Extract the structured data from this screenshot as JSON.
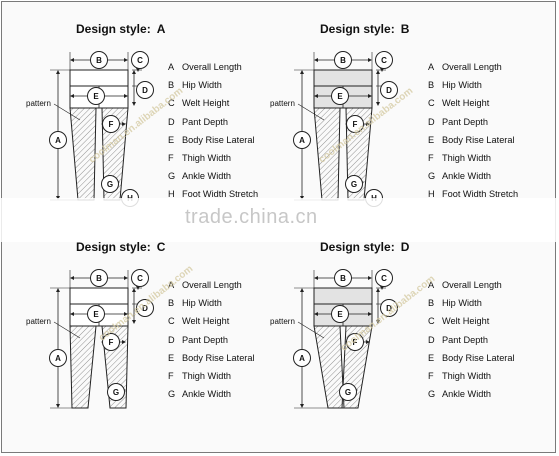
{
  "panels": [
    {
      "title_prefix": "Design style:",
      "letter": "A",
      "legend": [
        {
          "key": "A",
          "text": "Overall Length"
        },
        {
          "key": "B",
          "text": "Hip Width"
        },
        {
          "key": "C",
          "text": "Welt Height"
        },
        {
          "key": "D",
          "text": "Pant Depth"
        },
        {
          "key": "E",
          "text": "Body Rise Lateral"
        },
        {
          "key": "F",
          "text": "Thigh Width"
        },
        {
          "key": "G",
          "text": "Ankle Width"
        },
        {
          "key": "H",
          "text": "Foot Width Stretch"
        }
      ]
    },
    {
      "title_prefix": "Design style:",
      "letter": "B",
      "legend": [
        {
          "key": "A",
          "text": "Overall Length"
        },
        {
          "key": "B",
          "text": "Hip Width"
        },
        {
          "key": "C",
          "text": "Welt Height"
        },
        {
          "key": "D",
          "text": "Pant Depth"
        },
        {
          "key": "E",
          "text": "Body Rise Lateral"
        },
        {
          "key": "F",
          "text": "Thigh Width"
        },
        {
          "key": "G",
          "text": "Ankle Width"
        },
        {
          "key": "H",
          "text": "Foot Width Stretch"
        }
      ]
    },
    {
      "title_prefix": "Design style:",
      "letter": "C",
      "legend": [
        {
          "key": "A",
          "text": "Overall Length"
        },
        {
          "key": "B",
          "text": "Hip Width"
        },
        {
          "key": "C",
          "text": "Welt Height"
        },
        {
          "key": "D",
          "text": "Pant Depth"
        },
        {
          "key": "E",
          "text": "Body Rise Lateral"
        },
        {
          "key": "F",
          "text": "Thigh Width"
        },
        {
          "key": "G",
          "text": "Ankle Width"
        }
      ]
    },
    {
      "title_prefix": "Design style:",
      "letter": "D",
      "legend": [
        {
          "key": "A",
          "text": "Overall Length"
        },
        {
          "key": "B",
          "text": "Hip Width"
        },
        {
          "key": "C",
          "text": "Welt Height"
        },
        {
          "key": "D",
          "text": "Pant Depth"
        },
        {
          "key": "E",
          "text": "Body Rise Lateral"
        },
        {
          "key": "F",
          "text": "Thigh Width"
        },
        {
          "key": "G",
          "text": "Ankle Width"
        }
      ]
    }
  ],
  "diagram_label": "pattern",
  "watermark_text": "coolman.en.alibaba.com",
  "site_text": "trade.china.cn",
  "colors": {
    "line": "#222222",
    "waist_fill": "#e3e3e3",
    "hatch": "#777777",
    "watermark": "#d4c9a0"
  }
}
